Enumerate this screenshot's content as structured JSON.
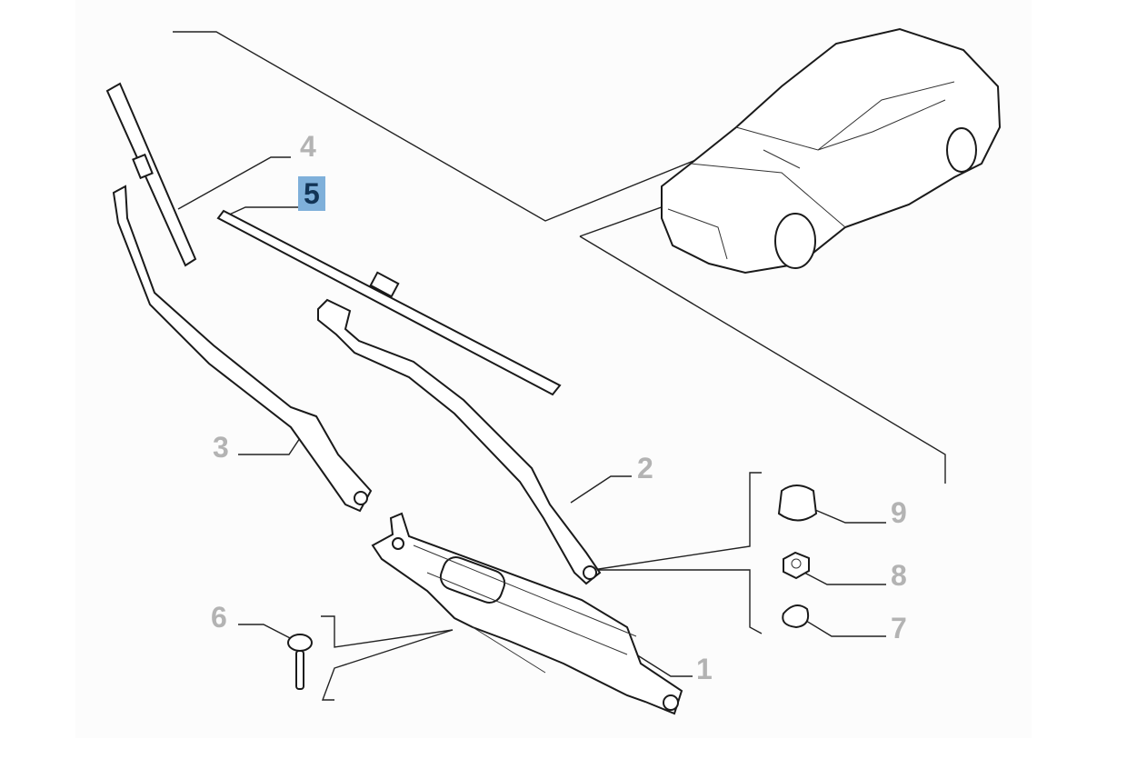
{
  "diagram": {
    "title": "Windscreen wiper assembly",
    "callouts": [
      {
        "id": "1",
        "label": "1",
        "selected": false
      },
      {
        "id": "2",
        "label": "2",
        "selected": false
      },
      {
        "id": "3",
        "label": "3",
        "selected": false
      },
      {
        "id": "4",
        "label": "4",
        "selected": false
      },
      {
        "id": "5",
        "label": "5",
        "selected": true
      },
      {
        "id": "6",
        "label": "6",
        "selected": false
      },
      {
        "id": "7",
        "label": "7",
        "selected": false
      },
      {
        "id": "8",
        "label": "8",
        "selected": false
      },
      {
        "id": "9",
        "label": "9",
        "selected": false
      }
    ],
    "colors": {
      "highlight_bg": "#7fb0da",
      "highlight_text": "#123456",
      "label": "#b3b3b3"
    }
  }
}
